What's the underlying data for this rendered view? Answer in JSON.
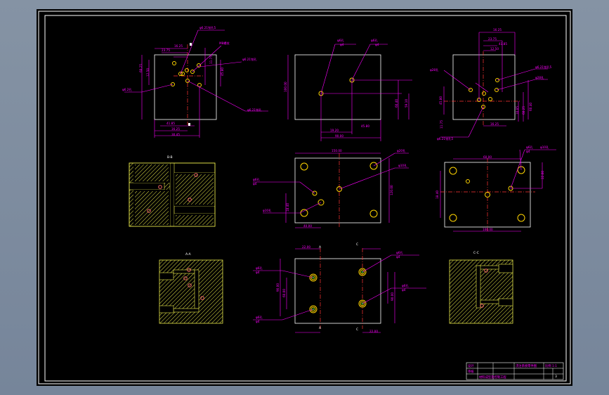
{
  "sheet": {
    "section_labels": {
      "bb": "B-B",
      "aa": "A-A",
      "cc": "C-C",
      "cut_a": "A",
      "cut_c": "C"
    },
    "hole_callouts": {
      "phi21": "φ6.21铰孔",
      "phi21b": "φ6.21铰孔5",
      "m8": "M8螺纹",
      "phi2": "φ6.2孔",
      "phi4": "φ4",
      "phi28": "φ28孔",
      "phi6": "φ6孔",
      "phi10": "φ10孔",
      "phi20": "φ20孔"
    },
    "dims": {
      "d1625": "16.25",
      "d2375": "23.75",
      "d1250": "12.50",
      "d1005": "10.05",
      "d4185": "41.85",
      "d1175": "11.75",
      "d6025": "60.25",
      "d6040": "60.40",
      "d3045": "30.45",
      "d1920": "19.20",
      "d5910": "59.10",
      "d4580": "45.80",
      "d1000": "100.00",
      "d1200": "120.00",
      "d1500": "150.00",
      "d9000": "90.00",
      "d6000": "60.00",
      "d1840": "18.40",
      "d4000": "40.00",
      "d2200": "22.00"
    },
    "title_block": {
      "title": "浇注系统零件图",
      "scale": "比例 1:1",
      "sheet_no": "3",
      "designer": "设计",
      "checker": "审核",
      "school": "材料成型及控制工程"
    }
  }
}
